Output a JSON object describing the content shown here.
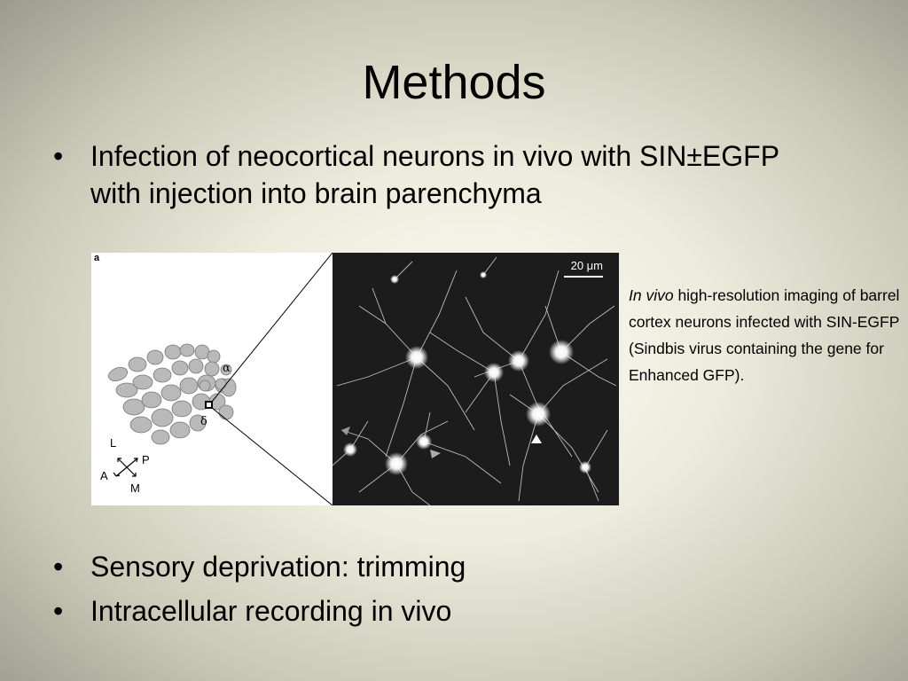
{
  "slide": {
    "title": "Methods",
    "bullet_char": "•",
    "bullets_top": [
      "Infection of neocortical neurons in vivo with SIN±EGFP with injection into brain parenchyma"
    ],
    "bullets_bottom": [
      "Sensory deprivation: trimming",
      "Intracellular recording in vivo"
    ]
  },
  "figure": {
    "panel_label": "a",
    "scale_bar": "20 μm",
    "barrel_labels": {
      "alpha": "α",
      "delta": "δ"
    },
    "axes": {
      "L": "L",
      "A": "A",
      "P": "P",
      "M": "M"
    }
  },
  "caption": {
    "italic": "In vivo",
    "rest": " high-resolution imaging of barrel cortex neurons infected with SIN-EGFP (Sindbis virus  containing the gene for Enhanced GFP)."
  },
  "colors": {
    "barrel_fill": "#b9b9b9",
    "micro_bg": "#1c1c1c",
    "neuron": "#ffffff"
  }
}
